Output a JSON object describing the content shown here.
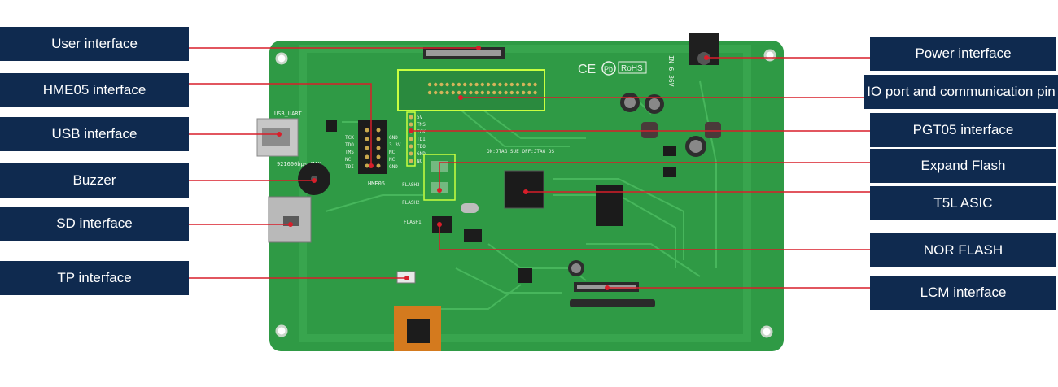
{
  "callouts_left": [
    {
      "label": "User interface"
    },
    {
      "label": "HME05 interface"
    },
    {
      "label": "USB interface"
    },
    {
      "label": "Buzzer"
    },
    {
      "label": "SD interface"
    },
    {
      "label": "TP interface"
    }
  ],
  "callouts_right": [
    {
      "label": "Power interface"
    },
    {
      "label": "IO port and communication pin"
    },
    {
      "label": "PGT05 interface"
    },
    {
      "label": "Expand Flash"
    },
    {
      "label": "T5L ASIC"
    },
    {
      "label": "NOR FLASH"
    },
    {
      "label": "LCM interface"
    }
  ],
  "silkscreen": {
    "usb_uart": "USB_UART",
    "baud": "921600bps MAX",
    "hme05": "HME05",
    "flash3": "FLASH3",
    "flash2": "FLASH2",
    "flash1": "FLASH1",
    "jtag": "ON:JTAG SUE OFF:JTAG DS",
    "ce": "CE",
    "rohs": "RoHS",
    "pb": "Pb",
    "in": "IN 6-36V",
    "hme_pins_left": [
      "TCK",
      "TDO",
      "TMS",
      "NC",
      "TDI"
    ],
    "hme_pins_right": [
      "GND",
      "3.3V",
      "NC",
      "NC",
      "GND"
    ],
    "pgt_pins": [
      "5V",
      "TMS",
      "TCK",
      "TDI",
      "TDO",
      "GND",
      "NC"
    ]
  },
  "colors": {
    "callout_bg": "#0f2a4f",
    "leader_line": "#d81e2a",
    "board": "#2f9a45",
    "highlight": "#c8ff40"
  }
}
